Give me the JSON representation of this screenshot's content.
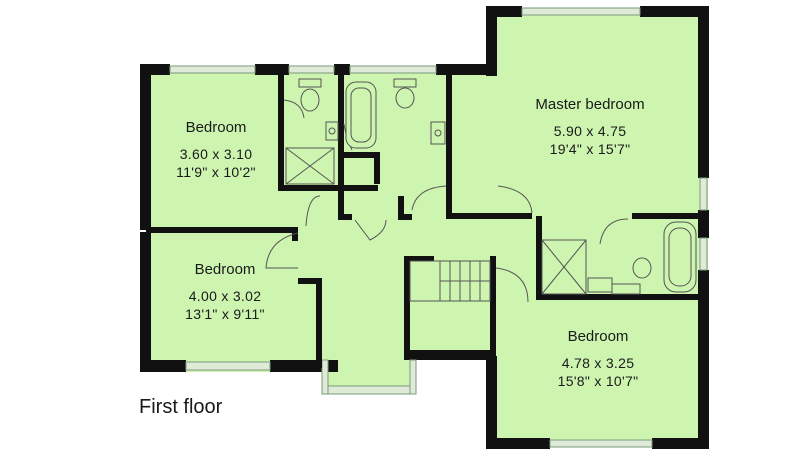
{
  "floor_title": "First floor",
  "rooms": {
    "bedroom_1": {
      "name": "Bedroom",
      "metric": "3.60  x  3.10",
      "imperial": "11'9\"  x  10'2\""
    },
    "bedroom_2": {
      "name": "Bedroom",
      "metric": "4.00  x  3.02",
      "imperial": "13'1\"  x  9'11\""
    },
    "master_bedroom": {
      "name": "Master bedroom",
      "metric": "5.90  x  4.75",
      "imperial": "19'4\"  x  15'7\""
    },
    "bedroom_3": {
      "name": "Bedroom",
      "metric": "4.78  x  3.25",
      "imperial": "15'8\"  x  10'7\""
    }
  },
  "colors": {
    "floor_fill": "#cdf5b0",
    "wall": "#111111",
    "window": "#dfead9",
    "line": "#555555"
  }
}
